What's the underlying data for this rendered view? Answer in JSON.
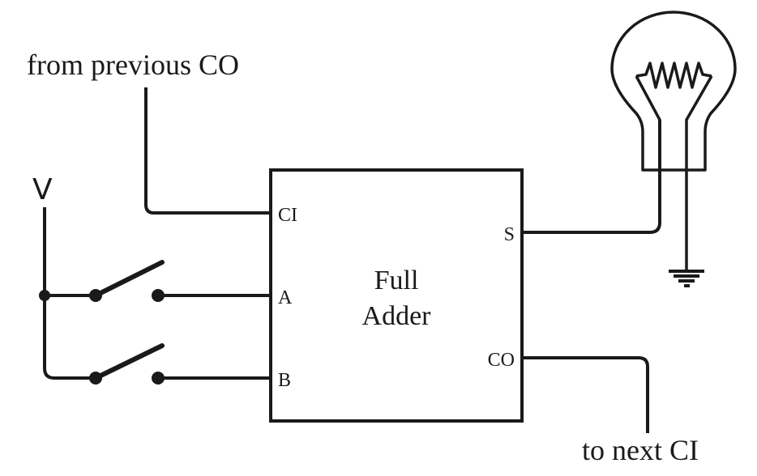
{
  "diagram": {
    "title": "Full Adder circuit with switches and light bulb",
    "block": {
      "label_line1": "Full",
      "label_line2": "Adder",
      "inputs": [
        "CI",
        "A",
        "B"
      ],
      "outputs": [
        "S",
        "CO"
      ]
    },
    "labels": {
      "from_previous": "from previous CO",
      "to_next": "to next CI",
      "voltage": "V"
    },
    "components": {
      "switches": [
        "switch-a",
        "switch-b"
      ],
      "bulb": "light-bulb",
      "ground": "ground"
    },
    "connections": [
      {
        "from": "from previous CO",
        "to": "CI"
      },
      {
        "from": "V",
        "to": "switch-a",
        "then": "A"
      },
      {
        "from": "V",
        "to": "switch-b",
        "then": "B"
      },
      {
        "from": "S",
        "to": "light-bulb",
        "then": "ground"
      },
      {
        "from": "CO",
        "to": "to next CI"
      }
    ]
  }
}
